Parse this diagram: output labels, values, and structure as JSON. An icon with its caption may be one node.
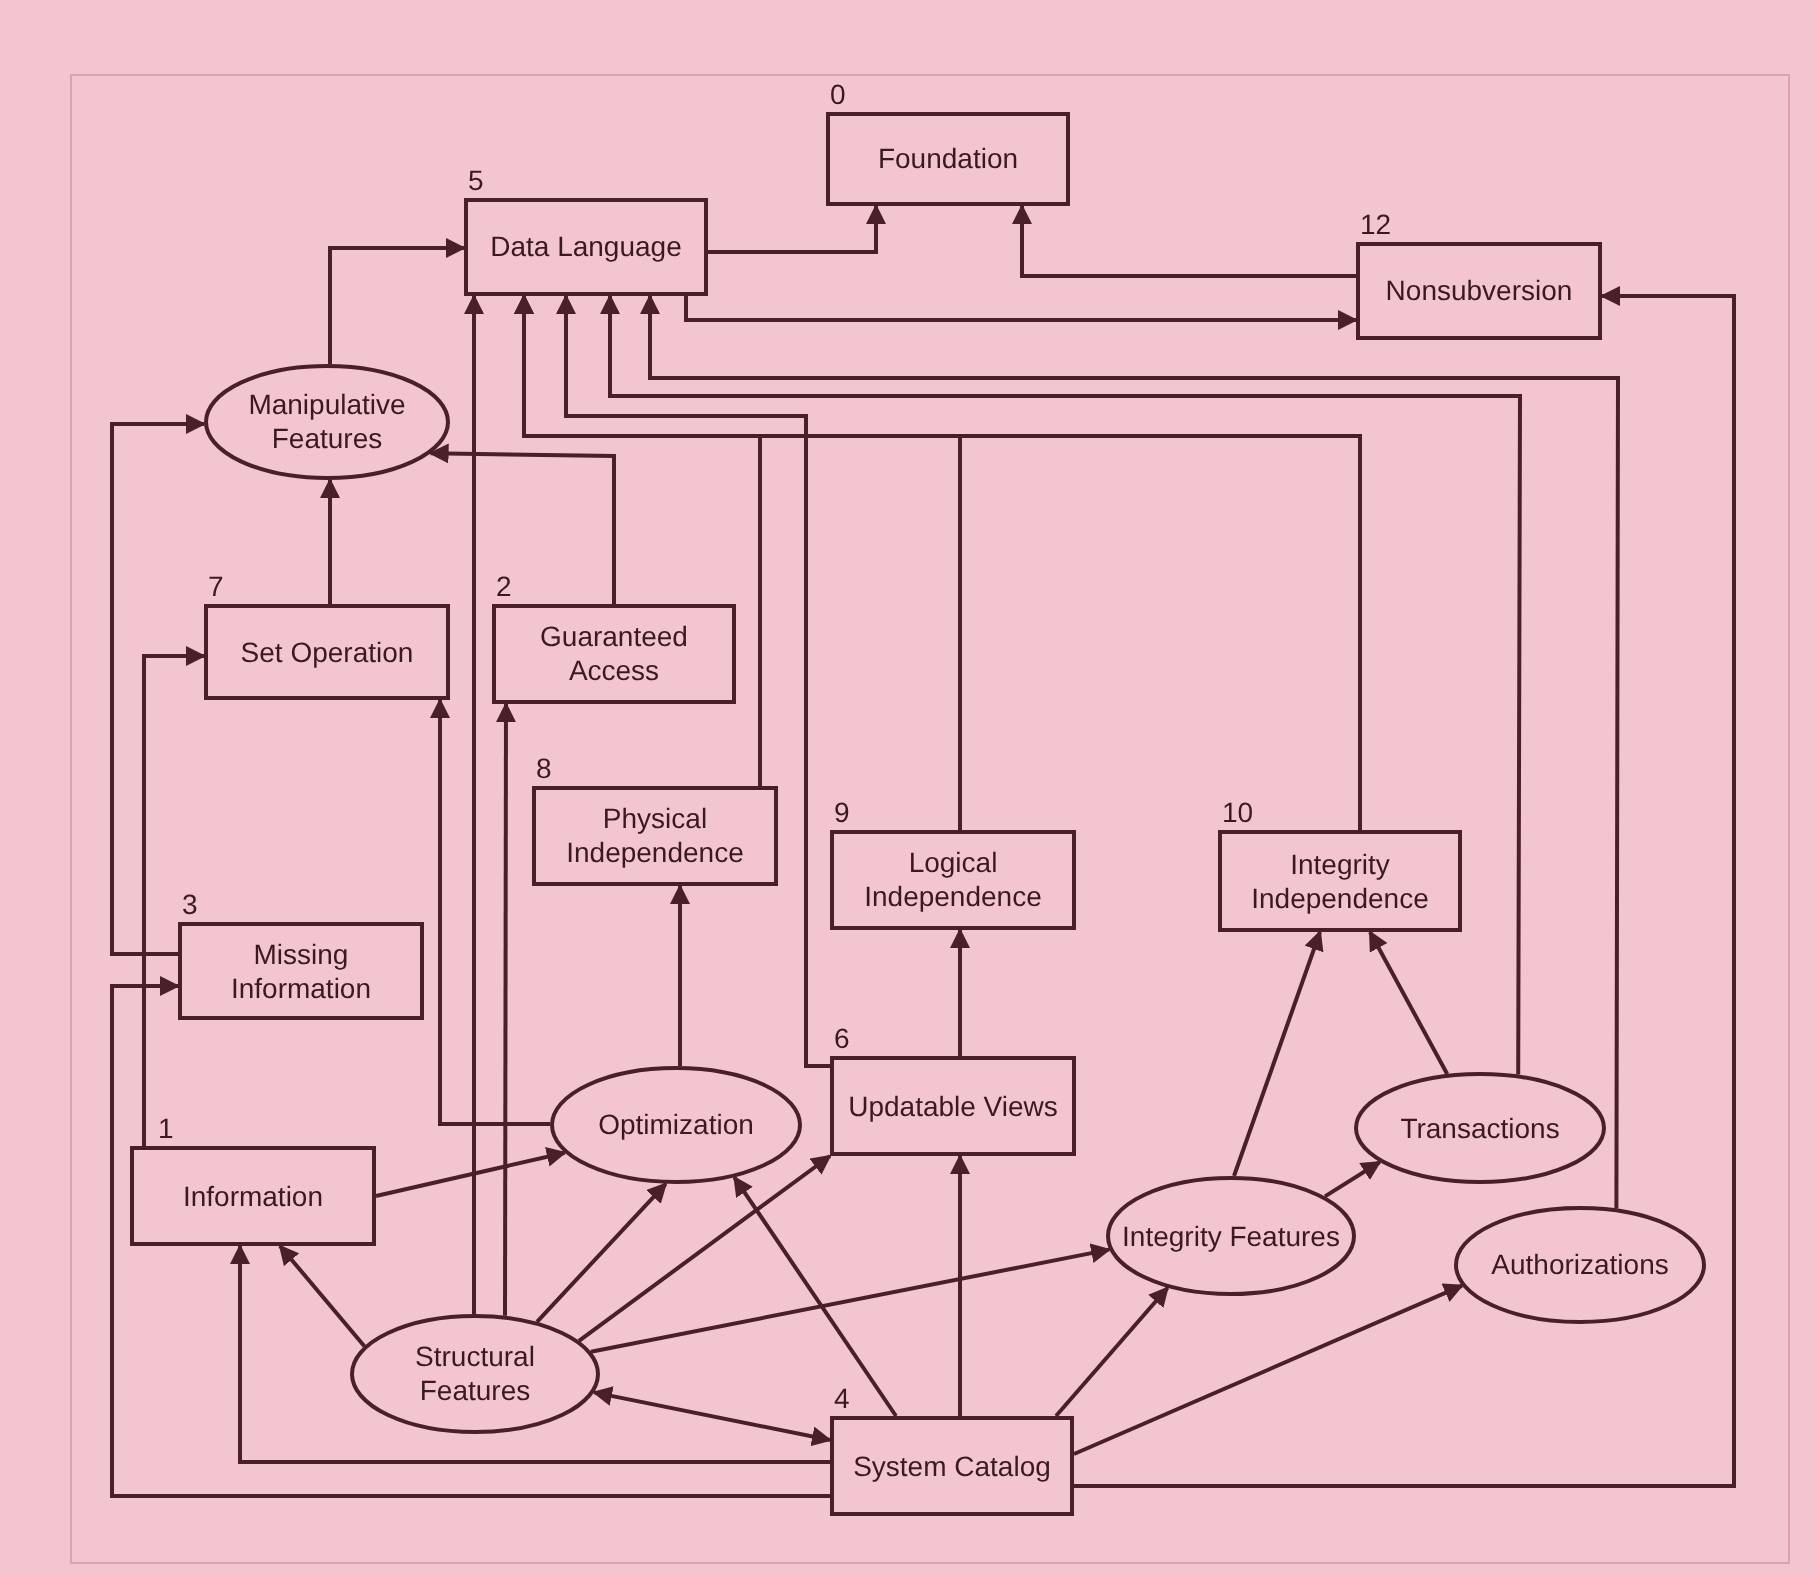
{
  "diagram": {
    "nodes": [
      {
        "text": [
          "Foundation"
        ],
        "beside": [
          "0"
        ]
      },
      {
        "text": [
          "Data Language"
        ],
        "beside": [
          "5"
        ]
      },
      {
        "text": [
          "Nonsubversion"
        ],
        "beside": [
          "12"
        ]
      },
      {
        "text": [
          "Manipulative Features"
        ]
      },
      {
        "text": [
          "Set Operation"
        ],
        "beside": [
          "7"
        ]
      },
      {
        "text": [
          "Guaranteed Access"
        ],
        "beside": [
          "2"
        ]
      },
      {
        "text": [
          "Physical Independence"
        ],
        "beside": [
          "8"
        ]
      },
      {
        "text": [
          "Logical Independence"
        ],
        "beside": [
          "9"
        ]
      },
      {
        "text": [
          "Integrity Independence"
        ],
        "beside": [
          "10"
        ]
      },
      {
        "text": [
          "Missing Information"
        ],
        "beside": [
          "3"
        ]
      },
      {
        "text": [
          "Updatable Views"
        ],
        "beside": [
          "6"
        ]
      },
      {
        "text": [
          "Optimization"
        ]
      },
      {
        "text": [
          "Information"
        ],
        "beside": [
          "1"
        ]
      },
      {
        "text": [
          "Transactions"
        ]
      },
      {
        "text": [
          "Integrity Features"
        ]
      },
      {
        "text": [
          "Authorizations"
        ]
      },
      {
        "text": [
          "Structural Features"
        ]
      },
      {
        "text": [
          "System Catalog"
        ],
        "beside": [
          "4"
        ]
      }
    ],
    "edges": [
      {
        "from": 3,
        "to": 1,
        "arrow": "to"
      },
      {
        "from": 1,
        "to": 0,
        "arrow": "to"
      },
      {
        "from": 2,
        "to": 0,
        "arrow": "to"
      },
      {
        "from": 1,
        "to": 2,
        "arrow": "to"
      },
      {
        "from": 16,
        "to": 1,
        "arrow": "to"
      },
      {
        "from": 16,
        "to": 5,
        "arrow": "to"
      },
      {
        "from": 5,
        "to": 3,
        "arrow": "to"
      },
      {
        "from": 4,
        "to": 3,
        "arrow": "to"
      },
      {
        "from": 6,
        "to": 1,
        "arrow": "to"
      },
      {
        "from": 7,
        "to": 1,
        "arrow": "to"
      },
      {
        "from": 8,
        "to": 1,
        "arrow": "to"
      },
      {
        "from": 10,
        "to": 1,
        "arrow": "to"
      },
      {
        "from": 13,
        "to": 1,
        "arrow": "to"
      },
      {
        "from": 15,
        "to": 1,
        "arrow": "to"
      },
      {
        "from": 9,
        "to": 3,
        "arrow": "to"
      },
      {
        "from": 12,
        "to": 4,
        "arrow": "to"
      },
      {
        "from": 11,
        "to": 4,
        "arrow": "to"
      },
      {
        "from": 11,
        "to": 6,
        "arrow": "to"
      },
      {
        "from": 10,
        "to": 7,
        "arrow": "to"
      },
      {
        "from": 17,
        "to": 10,
        "arrow": "to"
      },
      {
        "from": 17,
        "to": 9,
        "arrow": "to"
      },
      {
        "from": 17,
        "to": 12,
        "arrow": "to"
      },
      {
        "from": 16,
        "to": 12,
        "arrow": "to"
      },
      {
        "from": 12,
        "to": 11,
        "arrow": "to"
      },
      {
        "from": 16,
        "to": 11,
        "arrow": "to"
      },
      {
        "from": 16,
        "to": 10,
        "arrow": "to"
      },
      {
        "from": 16,
        "to": 14,
        "arrow": "to"
      },
      {
        "from": 16,
        "to": 17,
        "arrow": "both"
      },
      {
        "from": 17,
        "to": 11,
        "arrow": "to"
      },
      {
        "from": 17,
        "to": 14,
        "arrow": "to"
      },
      {
        "from": 17,
        "to": 15,
        "arrow": "to"
      },
      {
        "from": 17,
        "to": 2,
        "arrow": "to"
      },
      {
        "from": 14,
        "to": 8,
        "arrow": "to"
      },
      {
        "from": 13,
        "to": 8,
        "arrow": "to"
      },
      {
        "from": 14,
        "to": 13,
        "arrow": "to"
      }
    ]
  }
}
